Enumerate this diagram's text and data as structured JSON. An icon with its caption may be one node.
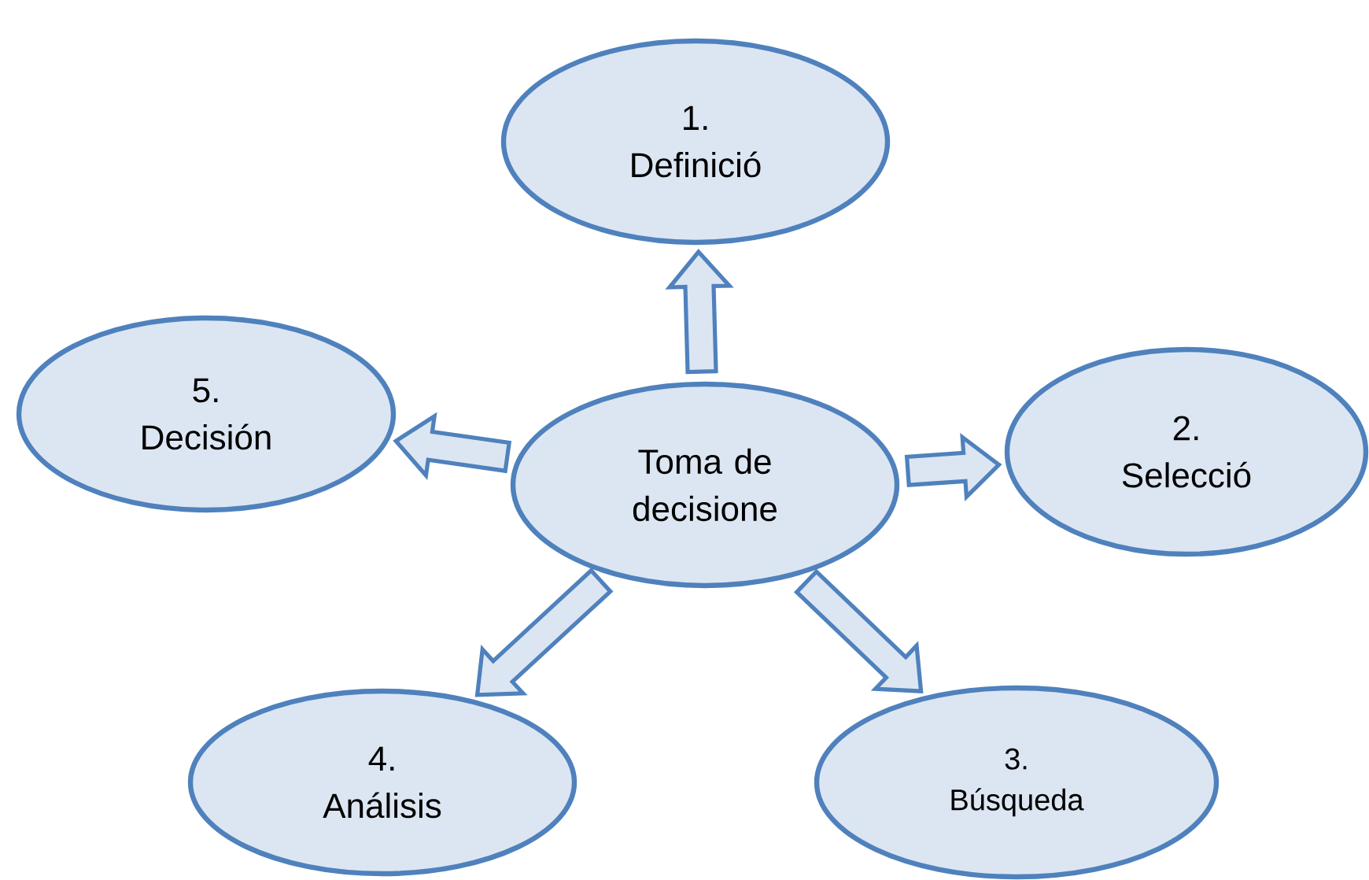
{
  "diagram": {
    "nodes": [
      {
        "text": [
          "Toma de decisione"
        ]
      },
      {
        "text": [
          "1.",
          "Definició"
        ]
      },
      {
        "text": [
          "2.",
          "Selecció"
        ]
      },
      {
        "text": [
          "3.",
          "Búsqueda"
        ]
      },
      {
        "text": [
          "4.",
          "Análisis"
        ]
      },
      {
        "text": [
          "5.",
          "Decisión"
        ]
      }
    ],
    "edges": [
      {
        "from": 0,
        "to": 1,
        "arrow": "to"
      },
      {
        "from": 0,
        "to": 2,
        "arrow": "to"
      },
      {
        "from": 0,
        "to": 3,
        "arrow": "to"
      },
      {
        "from": 0,
        "to": 4,
        "arrow": "to"
      },
      {
        "from": 0,
        "to": 5,
        "arrow": "to"
      }
    ]
  }
}
